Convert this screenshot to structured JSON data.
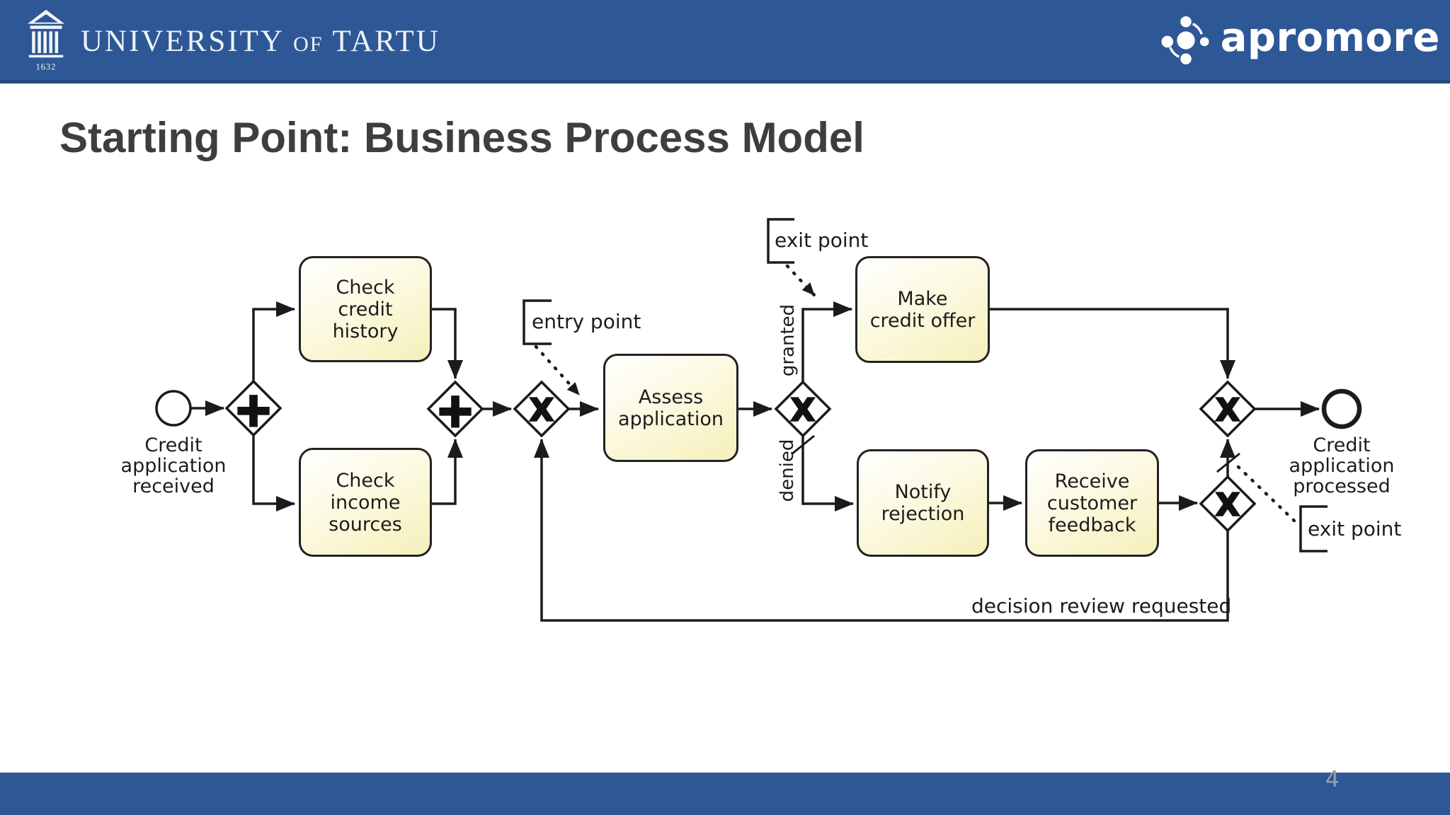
{
  "header": {
    "bar_color": "#2e5796",
    "university": {
      "word_university": "UNIVERSITY",
      "word_of": "OF",
      "word_tartu": "TARTU",
      "founded_year": "1632"
    },
    "brand": {
      "name": "apromore"
    }
  },
  "slide": {
    "title": "Starting Point: Business Process Model",
    "page_number": "4"
  },
  "diagram": {
    "start_event": {
      "label": "Credit\napplication\nreceived"
    },
    "end_event": {
      "label": "Credit\napplication\nprocessed"
    },
    "tasks": [
      {
        "label": "Check\ncredit\nhistory"
      },
      {
        "label": "Check\nincome\nsources"
      },
      {
        "label": "Assess\napplication"
      },
      {
        "label": "Make\ncredit offer"
      },
      {
        "label": "Notify\nrejection"
      },
      {
        "label": "Receive\ncustomer\nfeedback"
      }
    ],
    "gateways": [
      {
        "type": "parallel-split",
        "symbol": "+"
      },
      {
        "type": "parallel-join",
        "symbol": "+"
      },
      {
        "type": "xor-merge-loop",
        "symbol": "X"
      },
      {
        "type": "xor-split-decision",
        "symbol": "X"
      },
      {
        "type": "xor-merge-final",
        "symbol": "X"
      },
      {
        "type": "xor-split-review",
        "symbol": "X"
      }
    ],
    "edge_labels": {
      "granted": "granted",
      "denied": "denied",
      "loop": "decision review requested"
    },
    "annotations": {
      "entry_point": "entry point",
      "exit_point_top": "exit point",
      "exit_point_bottom": "exit point"
    },
    "style": {
      "stroke": "#1b1b1b",
      "task_fill": "#f7f3c2"
    }
  }
}
